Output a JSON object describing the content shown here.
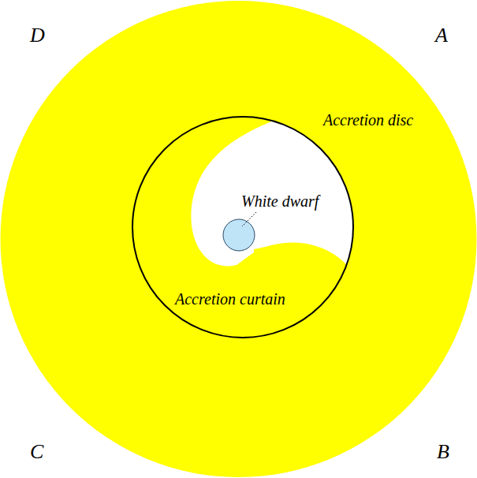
{
  "diagram": {
    "labels": [
      "D",
      "A",
      "Accretion disc",
      "White dwarf",
      "Accretion curtain",
      "C",
      "B"
    ]
  }
}
